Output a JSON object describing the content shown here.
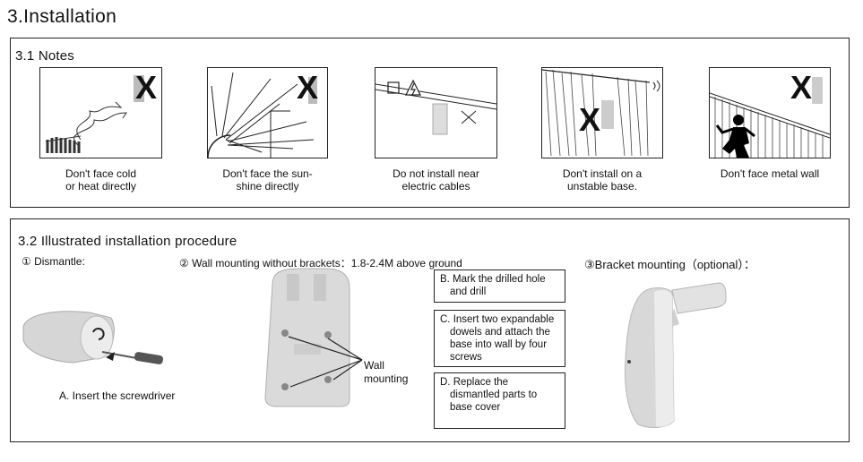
{
  "main_title": "3.Installation",
  "notes": {
    "title": "3.1 Notes",
    "items": [
      {
        "line1": "Don't face cold",
        "line2": "or heat directly"
      },
      {
        "line1": "Don't face the sun-",
        "line2": "shine directly"
      },
      {
        "line1": "Do not install near",
        "line2": "electric cables"
      },
      {
        "line1": "Don't install on a",
        "line2": "unstable base."
      },
      {
        "line1": "Don't face metal wall",
        "line2": ""
      }
    ],
    "cross_mark": "X"
  },
  "procedure": {
    "title": "3.2 Illustrated installation procedure",
    "step1": "① Dismantle:",
    "step1_caption": "A. Insert the screwdriver",
    "step2": "② Wall mounting without brackets：1.8-2.4M above ground",
    "wall_label_1": "Wall",
    "wall_label_2": "mounting",
    "box_b": {
      "line1": "B. Mark the drilled hole",
      "line2": "and drill"
    },
    "box_c": {
      "line1": "C. Insert two expandable",
      "line2": "dowels and attach the",
      "line3": "base into wall by four",
      "line4": "screws"
    },
    "box_d": {
      "line1": "D. Replace the",
      "line2": "dismantled parts to",
      "line3": "base cover"
    },
    "step3": "③Bracket mounting（optional）："
  }
}
